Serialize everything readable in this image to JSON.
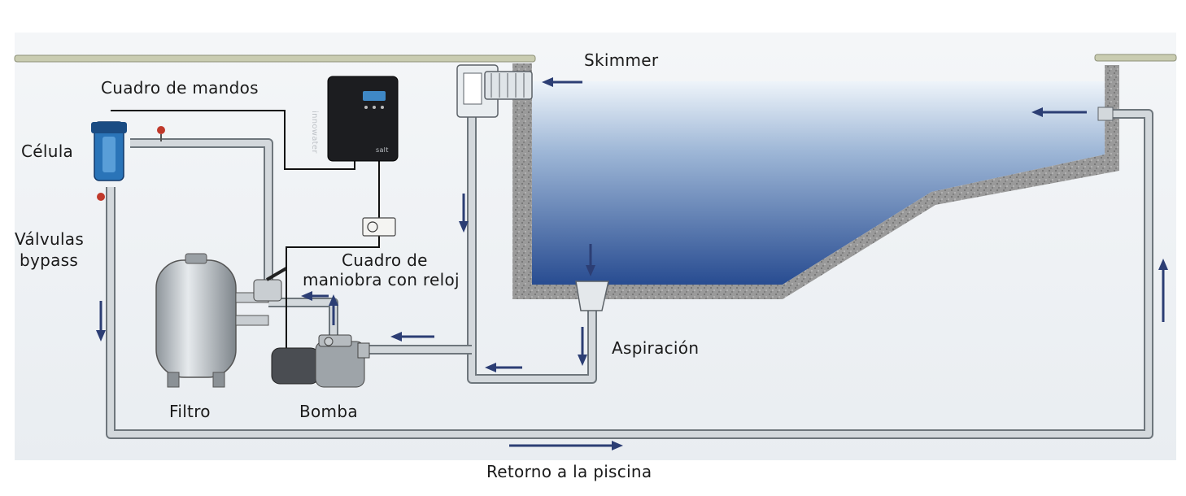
{
  "labels": {
    "skimmer": "Skimmer",
    "control_panel": "Cuadro de mandos",
    "cell": "Célula",
    "bypass_valves_line1": "Válvulas",
    "bypass_valves_line2": "bypass",
    "timer_panel_line1": "Cuadro de",
    "timer_panel_line2": "maniobra con reloj",
    "suction": "Aspiración",
    "filter": "Filtro",
    "pump": "Bomba",
    "return": "Retorno a la piscina"
  },
  "device": {
    "brand": "innowater",
    "model": "salt"
  },
  "colors": {
    "water_top": "#e3edf6",
    "water_bottom": "#2a4f93",
    "wall": "#8a8a8a",
    "pipe": "#d3d8dc",
    "pipe_outline": "#6e767c",
    "arrow": "#2c3e74",
    "wire": "#111111",
    "background_band": "#eef1f4"
  }
}
